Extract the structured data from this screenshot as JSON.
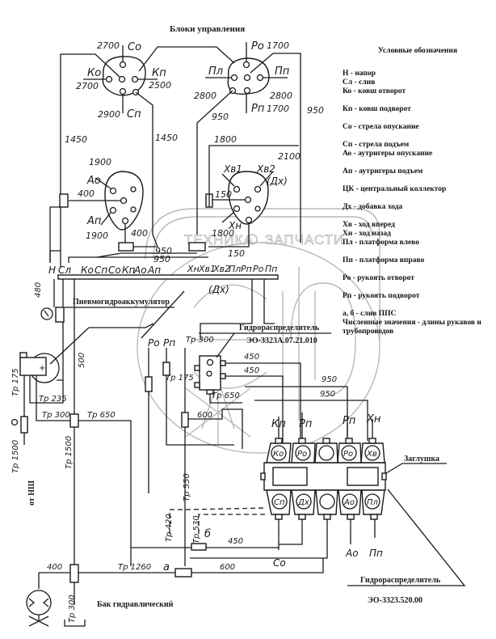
{
  "title": "Блоки управления",
  "legend": {
    "title": "Условные обозначения",
    "items": [
      {
        "code": "Н",
        "text": "напор"
      },
      {
        "code": "Сл",
        "text": "слив"
      },
      {
        "code": "Ко",
        "text": "ковш отворот"
      },
      {
        "code": "Кп",
        "text": "ковш подворот"
      },
      {
        "code": "Со",
        "text": "стрела опускание"
      },
      {
        "code": "Сп",
        "text": "стрела подъем"
      },
      {
        "code": "Ао",
        "text": "аутригеры опускание"
      },
      {
        "code": "Ап",
        "text": "аутригеры подъем"
      },
      {
        "code": "ЦК",
        "text": "центральный коллектор"
      },
      {
        "code": "Дх",
        "text": "добавка хода"
      },
      {
        "code": "Хв",
        "text": "ход вперед"
      },
      {
        "code": "Хн",
        "text": "ход назад"
      },
      {
        "code": "Пл",
        "text": "платформа влево"
      },
      {
        "code": "Пп",
        "text": "платформа вправо"
      },
      {
        "code": "Ро",
        "text": "рукоять отворот"
      },
      {
        "code": "Рп",
        "text": "рукоять подворот"
      },
      {
        "code": "а, б",
        "text": "слив ППС"
      }
    ],
    "note": "Численные значения - длины рукавов и трубопроводов"
  },
  "components": {
    "accumulator": "Пневмогидроаккумулятор",
    "distributor1_name": "Гидрораспределитель",
    "distributor1_code": "ЭО-3323А.07.21.010",
    "plug": "Заглушка",
    "distributor2_name": "Гидрораспределитель",
    "distributor2_code": "ЭО-3323.520.00",
    "tank": "Бак гидравлический",
    "pump_source": "от НШ"
  },
  "watermark": {
    "left": "ТЕХНИКА",
    "right": "ЗАПЧАСТИ",
    "logo": "ЭПФ"
  },
  "control_block1": {
    "labels": [
      "Со",
      "Ко",
      "Кп",
      "Сп"
    ],
    "lengths": [
      "2700",
      "2700",
      "2500",
      "2900"
    ]
  },
  "control_block2": {
    "labels": [
      "Ро",
      "Пл",
      "Пп",
      "Рп"
    ],
    "lengths": [
      "1700",
      "2800",
      "2800",
      "1700"
    ]
  },
  "control_block3": {
    "labels": [
      "Ао",
      "Ап"
    ],
    "lengths": [
      "1900",
      "1900",
      "400",
      "400"
    ]
  },
  "control_block4": {
    "labels": [
      "Хв1",
      "Хв2",
      "(Дх)",
      "Хн"
    ],
    "lengths": [
      "2100",
      "150",
      "1800",
      "150",
      "1800"
    ]
  },
  "hose_lengths": {
    "l1450a": "1450",
    "l1450b": "1450",
    "l950a": "950",
    "l950b": "950",
    "l950c": "950",
    "l950d": "950",
    "l950e": "950",
    "l450a": "450",
    "l450b": "450",
    "l450c": "450",
    "l600a": "600",
    "l600b": "600",
    "l400a": "400",
    "l480": "480",
    "l500": "500",
    "tr175": "Тр 175",
    "tr1500a": "Тр 1500",
    "tr1500b": "Тр 1500",
    "tr235": "Тр 235",
    "tr300a": "Тр 300",
    "tr650a": "Тр 650",
    "tr300b": "Тр 300",
    "tr175b": "Тр 175",
    "tr650b": "Тр 650",
    "tr550": "Тр 550",
    "tr420": "Тр 420",
    "tr530": "Тр 530",
    "tr1260": "Тр 1260",
    "tr300c": "Тр 300"
  },
  "collector_labels": [
    "Н",
    "Сл",
    "Ко",
    "Сп",
    "Со",
    "Кп",
    "Ао",
    "Ап",
    "Хн",
    "Хв1",
    "Хв2",
    "Пл",
    "Рп",
    "Ро",
    "Пп"
  ],
  "collector_dx": "(Дх)",
  "distributor1_ports": [
    "Ро",
    "Рп"
  ],
  "distributor2_top": {
    "sections": [
      "Ко",
      "Ро",
      "",
      "Ро",
      "Хв"
    ],
    "hose_labels": [
      "Кп",
      "Рп",
      "Рп",
      "Хн"
    ]
  },
  "distributor2_bottom": {
    "sections": [
      "Сп",
      "Дх",
      "",
      "Ао",
      "Пл"
    ],
    "hose_labels": [
      "Со",
      "Ао",
      "Пп"
    ]
  },
  "drain_labels": {
    "a": "а",
    "b": "б"
  }
}
